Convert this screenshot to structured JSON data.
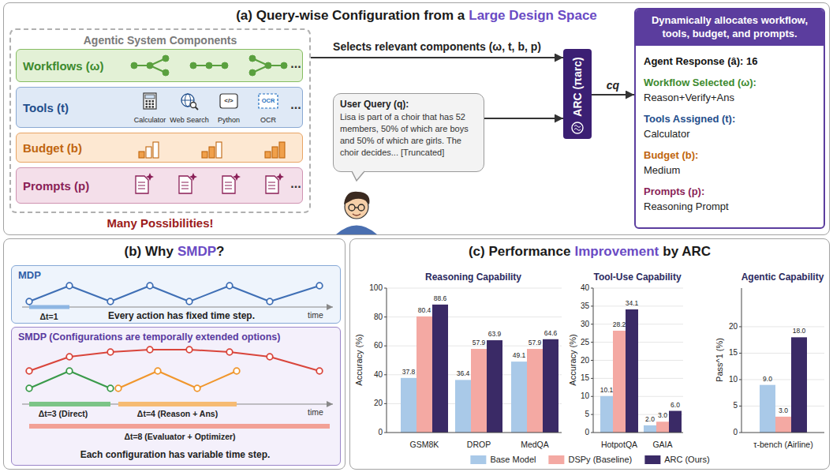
{
  "diagram": {
    "nodes": [
      {
        "text": [
          "(a) Query-wise Configuration from a",
          "Large Design Space"
        ]
      },
      {
        "text": [
          "Agentic System Components",
          "Many Possibilities!"
        ],
        "in": 0
      },
      {
        "text": [
          "Workflows (ω)"
        ],
        "in": 1
      },
      {
        "text": [
          "Tools (t)"
        ],
        "in": 1
      },
      {
        "text": [
          "Budget (b)"
        ],
        "in": 1
      },
      {
        "text": [
          "Prompts (p)"
        ],
        "in": 1
      },
      {
        "text": [
          "User Query (q):",
          "Lisa is part of a choir that has 52 members, 50% of which are boys and 50% of which are girls. The choir decides... [Truncated]"
        ],
        "in": 0
      },
      {
        "text": [
          "ARC (πarc)"
        ],
        "in": 0
      },
      {
        "text": [
          "Dynamically allocates workflow, tools, budget, and prompts.",
          "Agent Response (â): 16",
          "Workflow Selected (ω):",
          "Reason+Verify+Ans",
          "Tools Assigned (t):",
          "Calculator",
          "Budget (b):",
          "Medium",
          "Prompts (p):",
          "Reasoning Prompt"
        ],
        "in": 0
      },
      {
        "text": [
          "(b) Why",
          "SMDP",
          "?"
        ]
      },
      {
        "text": [
          "MDP"
        ],
        "in": 9
      },
      {
        "text": [
          "SMDP (Configurations are temporally extended options)"
        ],
        "in": 9
      },
      {
        "text": [
          "(c) Performance",
          "Improvement",
          "by ARC"
        ]
      }
    ],
    "edges": [
      {
        "from": 1,
        "to": 7,
        "label": "Selects relevant components (ω, t, b, p)",
        "arrow": "to"
      },
      {
        "from": 6,
        "to": 7,
        "arrow": "to"
      },
      {
        "from": 7,
        "to": 8,
        "label": "cq",
        "arrow": "to"
      }
    ],
    "labels": [
      "...",
      "Calculator",
      "Web Search",
      "</>",
      "Python",
      "OCR",
      "OCR",
      "...",
      "...",
      "Δt=1",
      "Every action has fixed time step.",
      "time",
      "Δt=3 (Direct)",
      "Δt=4 (Reason + Ans)",
      "Δt=8 (Evaluator + Optimizer)",
      "Each configuration has variable time step.",
      "time",
      "Reasoning Capability",
      "Tool-Use Capability",
      "Agentic Capability",
      "Accuracy (%)",
      "Accuracy (%)",
      "Pass^1 (%)",
      "0",
      "20",
      "40",
      "60",
      "80",
      "100",
      "0",
      "5",
      "10",
      "15",
      "20",
      "25",
      "30",
      "35",
      "40",
      "0",
      "5",
      "10",
      "15",
      "20",
      "GSM8K",
      "DROP",
      "MedQA",
      "HotpotQA",
      "GAIA",
      "τ-bench (Airline)",
      "37.8",
      "80.4",
      "88.6",
      "36.4",
      "57.9",
      "63.9",
      "49.1",
      "57.9",
      "64.6",
      "10.1",
      "28.2",
      "34.1",
      "2.0",
      "3.0",
      "6.0",
      "9.0",
      "3.0",
      "18.0"
    ],
    "legend": [
      {
        "text": "Base Model",
        "color": "#a9c9e8"
      },
      {
        "text": "DSPy (Baseline)",
        "color": "#f4a9a3"
      },
      {
        "text": "ARC (Ours)",
        "color": "#3a2a66"
      }
    ]
  }
}
